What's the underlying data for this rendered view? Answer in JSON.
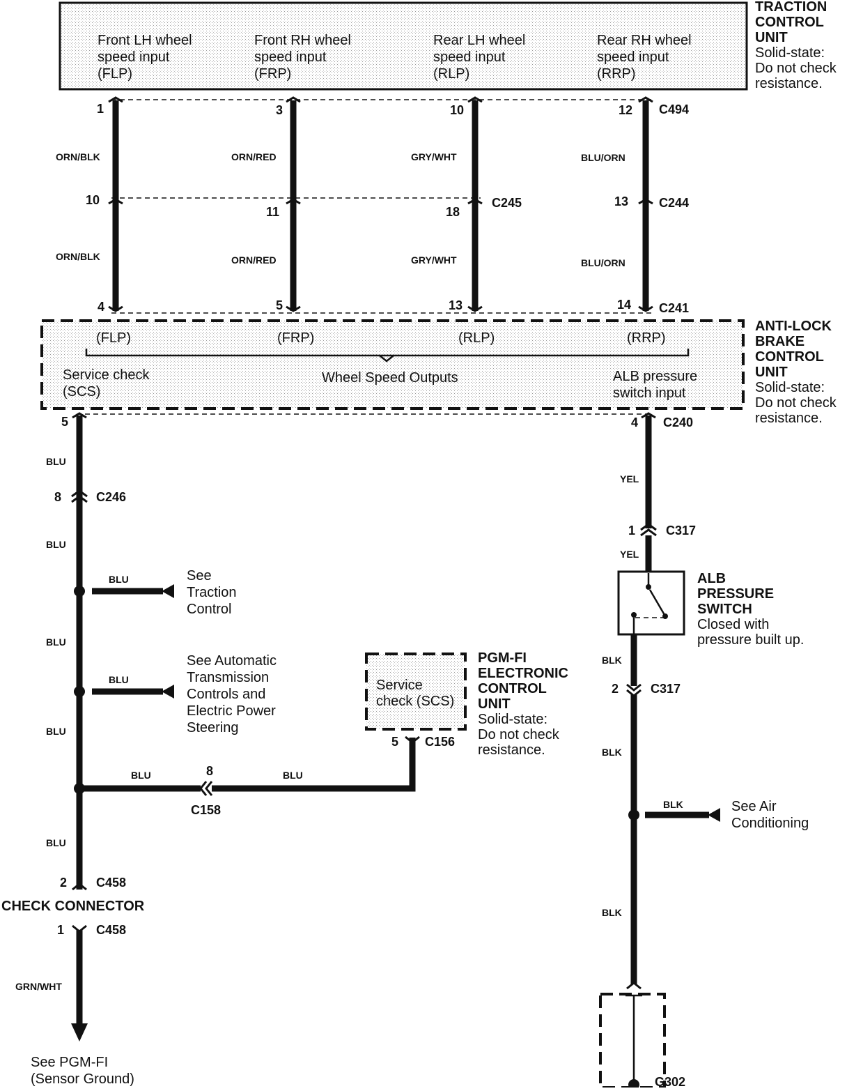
{
  "tcu": {
    "title_lines": [
      "TRACTION",
      "CONTROL",
      "UNIT"
    ],
    "note_lines": [
      "Solid-state:",
      "Do not check",
      "resistance."
    ],
    "inputs": [
      {
        "lines": [
          "Front LH wheel",
          "speed input",
          "(FLP)"
        ]
      },
      {
        "lines": [
          "Front RH wheel",
          "speed input",
          "(FRP)"
        ]
      },
      {
        "lines": [
          "Rear LH wheel",
          "speed input",
          "(RLP)"
        ]
      },
      {
        "lines": [
          "Rear RH wheel",
          "speed input",
          "(RRP)"
        ]
      }
    ]
  },
  "wheel_wires": [
    {
      "pins": [
        "1",
        "10",
        "4"
      ],
      "colors": [
        "ORN/BLK",
        "ORN/BLK"
      ]
    },
    {
      "pins": [
        "3",
        "11",
        "5"
      ],
      "colors": [
        "ORN/RED",
        "ORN/RED"
      ]
    },
    {
      "pins": [
        "10",
        "18",
        "13"
      ],
      "colors": [
        "GRY/WHT",
        "GRY/WHT"
      ]
    },
    {
      "pins": [
        "12",
        "13",
        "14"
      ],
      "colors": [
        "BLU/ORN",
        "BLU/ORN"
      ]
    }
  ],
  "connectors": {
    "c494": "C494",
    "c245": "C245",
    "c244": "C244",
    "c241": "C241",
    "c240": "C240",
    "c246": "C246",
    "c317": "C317",
    "c156": "C156",
    "c158": "C158",
    "c458": "C458",
    "g302": "G302"
  },
  "abs": {
    "title_lines": [
      "ANTI-LOCK",
      "BRAKE",
      "CONTROL",
      "UNIT"
    ],
    "note_lines": [
      "Solid-state:",
      "Do not check",
      "resistance."
    ],
    "outputs": [
      "(FLP)",
      "(FRP)",
      "(RLP)",
      "(RRP)"
    ],
    "outputs_label": "Wheel Speed Outputs",
    "scs_lines": [
      "Service check",
      "(SCS)"
    ],
    "alb_lines": [
      "ALB pressure",
      "switch input"
    ]
  },
  "left_circuit": {
    "pin_abs": "5",
    "c246_pin": "8",
    "color": "BLU",
    "splice_refs": [
      {
        "color": "BLU",
        "lines": [
          "See",
          "Traction",
          "Control"
        ]
      },
      {
        "color": "BLU",
        "lines": [
          "See Automatic",
          "Transmission",
          "Controls and",
          "Electric Power",
          "Steering"
        ]
      }
    ],
    "c158_pin": "8",
    "c458_top_pin": "2",
    "c458_bottom_pin": "1",
    "check_connector": "CHECK CONNECTOR",
    "ground_wire_color": "GRN/WHT",
    "pgm_ref_lines": [
      "See PGM-FI",
      "(Sensor Ground)"
    ]
  },
  "pgm": {
    "title_lines": [
      "PGM-FI",
      "ELECTRONIC",
      "CONTROL",
      "UNIT"
    ],
    "note_lines": [
      "Solid-state:",
      "Do not check",
      "resistance."
    ],
    "box_lines": [
      "Service",
      "check (SCS)"
    ],
    "pin": "5"
  },
  "right_circuit": {
    "pin_abs": "4",
    "color_yel": "YEL",
    "c317_pin1": "1",
    "c317_pin2": "2",
    "switch_title_lines": [
      "ALB",
      "PRESSURE",
      "SWITCH"
    ],
    "switch_note_lines": [
      "Closed with",
      "pressure built up."
    ],
    "color_blk": "BLK",
    "ac_ref_lines": [
      "See Air",
      "Conditioning"
    ]
  }
}
